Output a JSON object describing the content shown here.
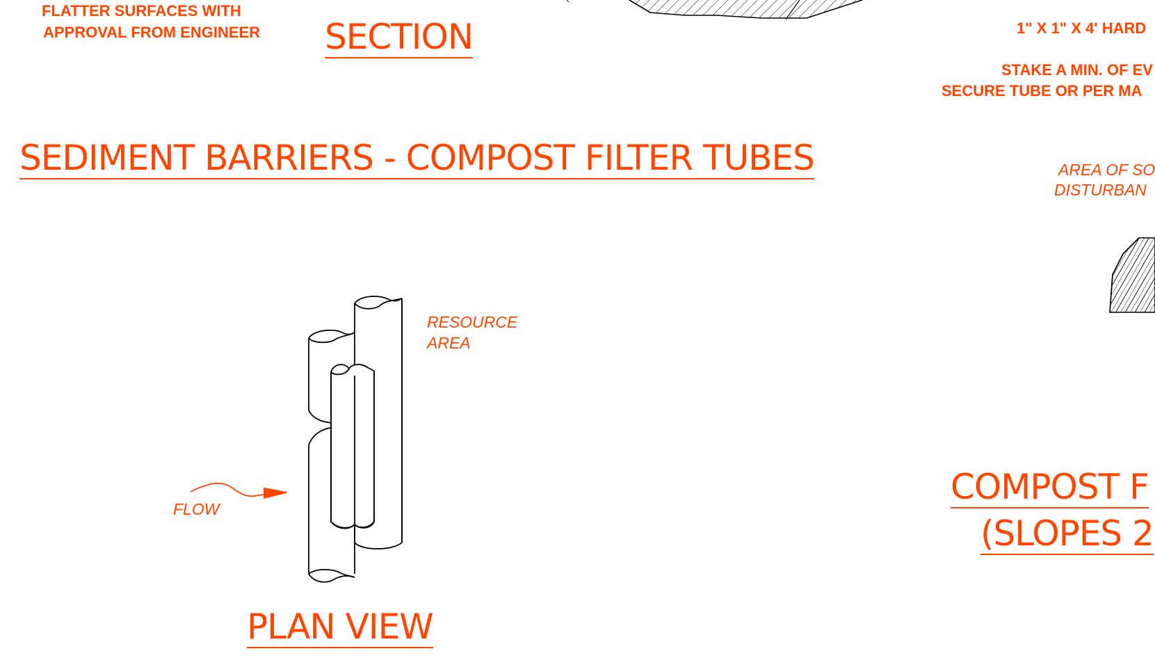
{
  "colors": {
    "accent": "#ff4500",
    "line": "#000000",
    "background": "#ffffff"
  },
  "notes": {
    "flatter_line1": "FLATTER SURFACES WITH",
    "flatter_line2": "APPROVAL FROM ENGINEER",
    "hardwood_stake": "1\" X 1\" X 4' HARD",
    "stake_line1": "STAKE A MIN. OF EV",
    "stake_line2": "SECURE TUBE OR  PER MA",
    "soil_line1": "AREA OF SO",
    "soil_line2": "DISTURBAN"
  },
  "titles": {
    "section": "SECTION",
    "main": "SEDIMENT BARRIERS - COMPOST FILTER TUBES",
    "plan_view": "PLAN VIEW",
    "compost_line1": "COMPOST F",
    "compost_line2": "(SLOPES 2"
  },
  "plan_labels": {
    "resource_line1": "RESOURCE",
    "resource_line2": "AREA",
    "flow": "FLOW"
  }
}
